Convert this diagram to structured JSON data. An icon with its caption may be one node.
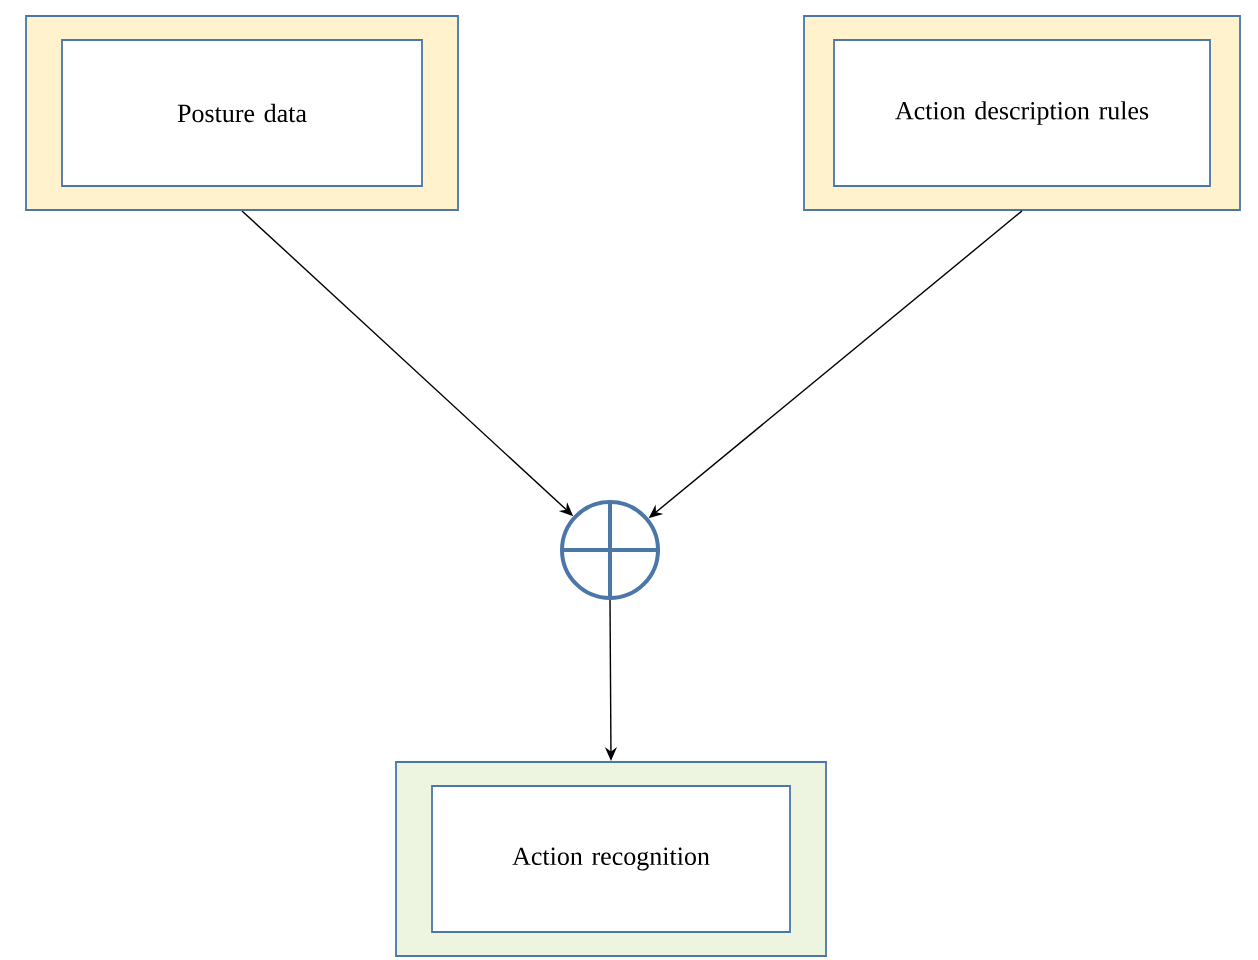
{
  "diagram": {
    "nodes": [
      {
        "text": [
          "Posture data"
        ]
      },
      {
        "text": [
          "Action description rules"
        ]
      },
      {
        "text": [],
        "shape": "circle"
      },
      {
        "text": [
          "Action recognition"
        ]
      }
    ],
    "edges": [
      {
        "from": 0,
        "to": 2,
        "arrow": "to"
      },
      {
        "from": 1,
        "to": 2,
        "arrow": "to"
      },
      {
        "from": 2,
        "to": 3,
        "arrow": "to"
      }
    ]
  }
}
